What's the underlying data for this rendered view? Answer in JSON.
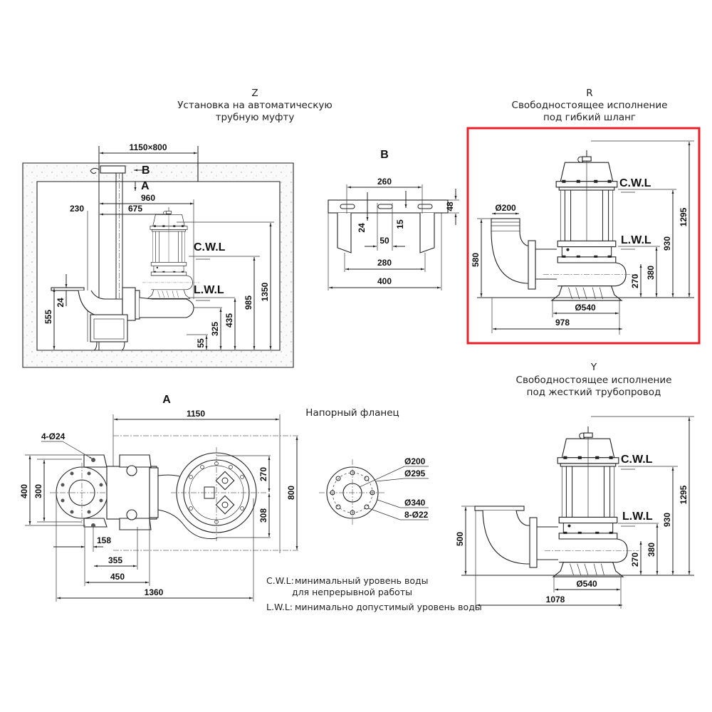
{
  "views": {
    "Z": {
      "letter": "Z",
      "title_line1": "Установка на автоматическую",
      "title_line2": "трубную муфту",
      "dims": {
        "pit": "1150×800",
        "d960": "960",
        "d230": "230",
        "d675": "675",
        "d24": "24",
        "d555": "555",
        "d55": "55",
        "d325": "325",
        "d435": "435",
        "d985": "985",
        "d1350": "1350"
      },
      "markers": {
        "b": "B",
        "a": "A"
      },
      "cwl": "C.W.L",
      "lwl": "L.W.L"
    },
    "B": {
      "letter": "B",
      "dims": {
        "d260": "260",
        "d48": "48",
        "d24": "24",
        "d15": "15",
        "d50": "50",
        "d280": "280",
        "d400": "400"
      }
    },
    "R": {
      "letter": "R",
      "title_line1": "Свободностоящее исполнение",
      "title_line2": "под гибкий шланг",
      "highlighted": true,
      "highlight_color": "#e8202a",
      "dims": {
        "d200": "Ø200",
        "d580": "580",
        "d270": "270",
        "d380": "380",
        "d930": "930",
        "d1295": "1295",
        "d540": "Ø540",
        "d978": "978"
      },
      "cwl": "C.W.L",
      "lwl": "L.W.L"
    },
    "A": {
      "letter": "A",
      "dims": {
        "d1150": "1150",
        "d4x24": "4-Ø24",
        "d400": "400",
        "d300": "300",
        "d158": "158",
        "d355": "355",
        "d450": "450",
        "d1360": "1360",
        "d270": "270",
        "d308": "308",
        "d800": "800"
      }
    },
    "flange": {
      "title": "Напорный фланец",
      "dims": {
        "d200": "Ø200",
        "d295": "Ø295",
        "d340": "Ø340",
        "holes": "8-Ø22"
      }
    },
    "Y": {
      "letter": "Y",
      "title_line1": "Свободностоящее исполнение",
      "title_line2": "под жесткий трубопровод",
      "dims": {
        "d500": "500",
        "d270": "270",
        "d380": "380",
        "d930": "930",
        "d1295": "1295",
        "d540": "Ø540",
        "d1078": "1078"
      },
      "cwl": "C.W.L",
      "lwl": "L.W.L"
    }
  },
  "legend": {
    "cwl_key": "C.W.L:",
    "cwl_text1": "минимальный уровень воды",
    "cwl_text2": "для непрерывной работы",
    "lwl_key": "L.W.L:",
    "lwl_text": "минимально допустимый уровень воды"
  }
}
